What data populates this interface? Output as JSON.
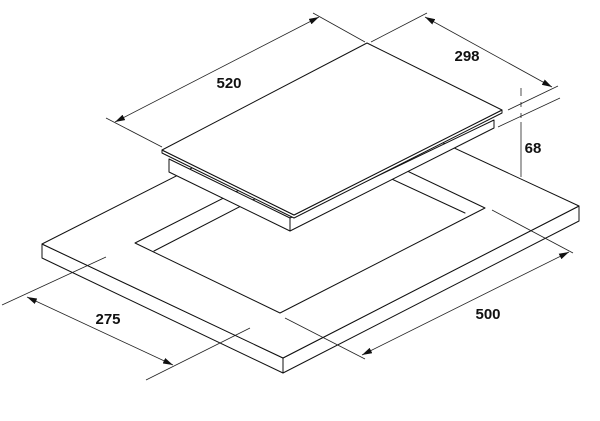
{
  "dimensions": {
    "hob_length": "520",
    "hob_depth": "298",
    "hob_height": "68",
    "cutout_depth": "275",
    "cutout_length": "500"
  },
  "colors": {
    "line": "#111111",
    "background": "#ffffff"
  }
}
